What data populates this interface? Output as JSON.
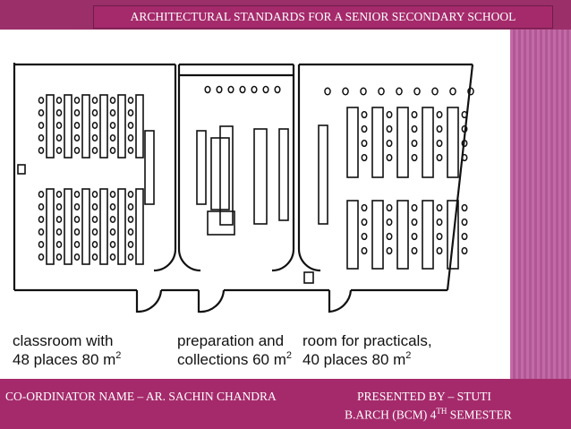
{
  "title": "ARCHITECTURAL STANDARDS FOR A SENIOR SECONDARY SCHOOL",
  "rooms": [
    {
      "line1": "classroom with",
      "line2a": "48 places 80 m",
      "line2sup": "2"
    },
    {
      "line1": "preparation and",
      "line2a": "collections 60 m",
      "line2sup": "2"
    },
    {
      "line1": "room for practicals,",
      "line2a": "40 places 80 m",
      "line2sup": "2"
    }
  ],
  "footer": {
    "coordinator": "CO-ORDINATOR NAME – AR. SACHIN CHANDRA",
    "presented_by": "PRESENTED BY – STUTI",
    "course_prefix": "B.ARCH (BCM) 4",
    "course_sup": "TH",
    "course_suffix": " SEMESTER"
  },
  "colors": {
    "band": "#a52a6b",
    "stripe": "#c26aa6"
  }
}
